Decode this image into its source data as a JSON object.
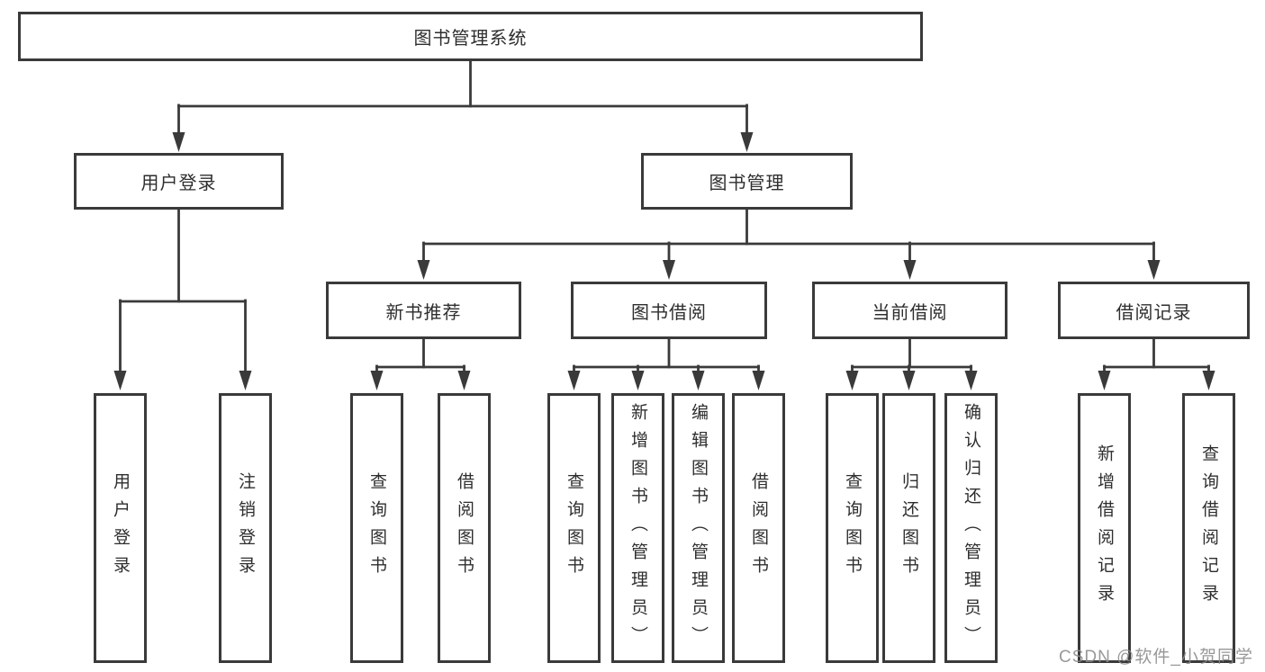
{
  "colors": {
    "line": "#3a3a3a",
    "box_border": "#3a3a3a",
    "text": "#2e2e2e",
    "watermark": "#8a8a8a"
  },
  "tree": {
    "root": "图书管理系统",
    "branches": [
      {
        "label": "用户登录",
        "children": [
          "用户登录",
          "注销登录"
        ]
      },
      {
        "label": "图书管理",
        "groups": [
          {
            "label": "新书推荐",
            "children": [
              "查询图书",
              "借阅图书"
            ]
          },
          {
            "label": "图书借阅",
            "children": [
              "查询图书",
              "新增图书（管理员）",
              "编辑图书（管理员）",
              "借阅图书"
            ]
          },
          {
            "label": "当前借阅",
            "children": [
              "查询图书",
              "归还图书",
              "确认归还（管理员）"
            ]
          },
          {
            "label": "借阅记录",
            "children": [
              "新增借阅记录",
              "查询借阅记录"
            ]
          }
        ]
      }
    ]
  },
  "watermark": "CSDN @软件_小贺同学"
}
